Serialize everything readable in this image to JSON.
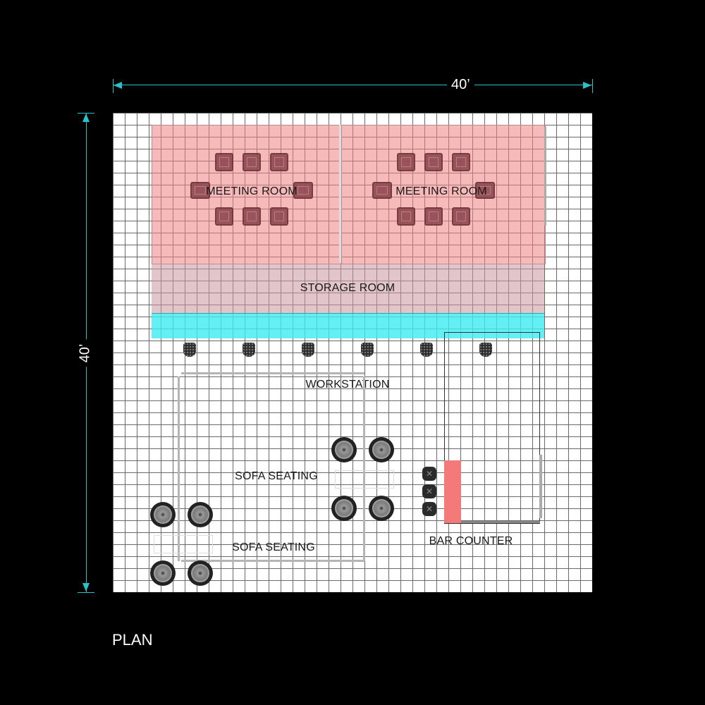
{
  "dimensions": {
    "width_label": "40’",
    "height_label": "40’",
    "line_color": "#27c3c9"
  },
  "title": "PLAN",
  "colors": {
    "background": "#000000",
    "grid_bg": "#ffffff",
    "meeting_room": "#f4b0b0",
    "storage_room": "#d8b8bc",
    "cyan_strip": "#5ef0f2",
    "bar_accent": "#f47a7a",
    "chairs": "#8e4a50"
  },
  "rooms": [
    {
      "id": "meeting-room-1",
      "label": "MEETING ROOM",
      "chairs": 8
    },
    {
      "id": "meeting-room-2",
      "label": "MEETING ROOM",
      "chairs": 8
    },
    {
      "id": "storage-room",
      "label": "STORAGE ROOM"
    },
    {
      "id": "workstation",
      "label": "WORKSTATION",
      "stools": 6
    },
    {
      "id": "sofa-seating-1",
      "label": "SOFA SEATING",
      "seats": 4
    },
    {
      "id": "sofa-seating-2",
      "label": "SOFA SEATING",
      "seats": 4
    },
    {
      "id": "bar-counter",
      "label": "BAR COUNTER",
      "stools": 3
    }
  ]
}
